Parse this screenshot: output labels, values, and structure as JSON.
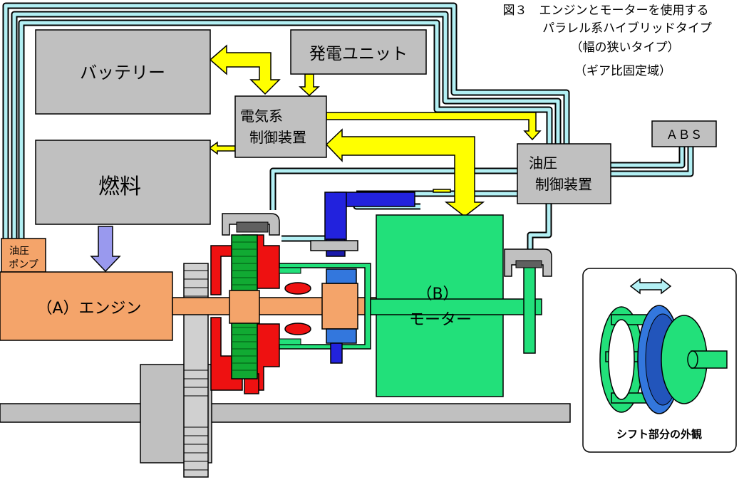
{
  "title": {
    "line1": "図３　エンジンとモーターを使用する",
    "line2": "パラレル系ハイブリッドタイプ",
    "line3": "（幅の狭いタイプ）",
    "line4": "（ギア比固定域）"
  },
  "components": {
    "battery": "バッテリー",
    "generator": "発電ユニット",
    "electric_control_1": "電気系",
    "electric_control_2": "制御装置",
    "fuel": "燃料",
    "abs": "ＡＢＳ",
    "hydraulic_control_1": "油圧",
    "hydraulic_control_2": "制御装置",
    "oil_pump_1": "油圧",
    "oil_pump_2": "ポンプ",
    "engine": "（A）エンジン",
    "motor_1": "（B）",
    "motor_2": "モーター"
  },
  "inset": {
    "caption": "シフト部分の外観"
  },
  "colors": {
    "box_gray": "#c0c0c0",
    "engine": "#f4a46a",
    "motor": "#22e07a",
    "arrow_yellow": "#ffff00",
    "arrow_purple": "#9999ee",
    "pipe_cyan": "#b3f0f4",
    "clutch_red": "#ee1111",
    "gear_green": "#11aa33",
    "actuator_blue": "#2222dd",
    "shift_blue": "#3377dd"
  }
}
